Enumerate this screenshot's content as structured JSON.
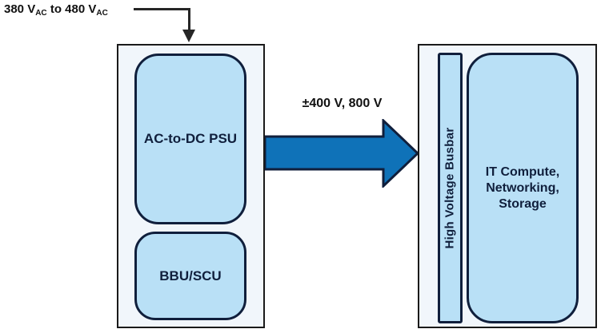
{
  "colors": {
    "light_blue": "#b9e0f6",
    "navy": "#101f3c",
    "arrow_blue": "#0f72b8",
    "panel_fill": "#f1f6fb",
    "panel_border": "#1a1a1a",
    "connector": "#262626",
    "label_text": "#111111"
  },
  "input_label": {
    "part1": "380 V",
    "sub1": "AC",
    "part2": " to 480 V",
    "sub2": "AC"
  },
  "power_shelf": {
    "psu_label": "AC-to-DC PSU",
    "bbu_label": "BBU/SCU"
  },
  "bus_arrow": {
    "label": "±400 V, 800 V"
  },
  "it_rack": {
    "busbar_label": "High Voltage Busbar",
    "it_line1": "IT Compute,",
    "it_line2": "Networking,",
    "it_line3": "Storage"
  }
}
